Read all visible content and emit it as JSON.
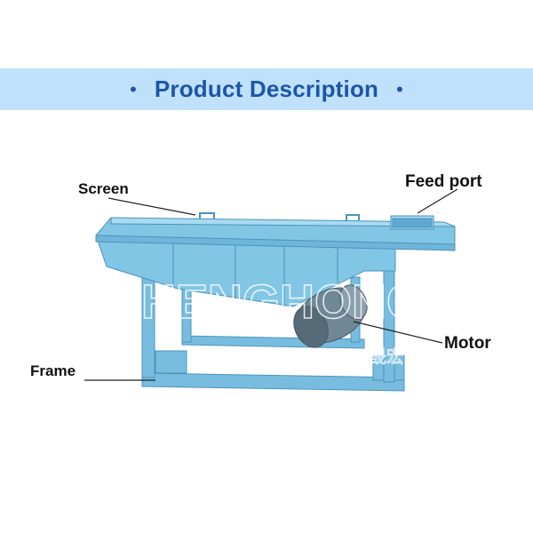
{
  "header": {
    "title": "Product Description",
    "dot_left": "•",
    "dot_right": "•"
  },
  "labels": {
    "screen": "Screen",
    "feed_port": "Feed port",
    "motor": "Motor",
    "frame": "Frame"
  },
  "watermark": {
    "text": "SHENGHONG",
    "cn": "晟宏重工"
  },
  "colors": {
    "banner_bg": "#bfe1fb",
    "banner_text": "#1c56a8",
    "machine": "#7fc3e2"
  }
}
